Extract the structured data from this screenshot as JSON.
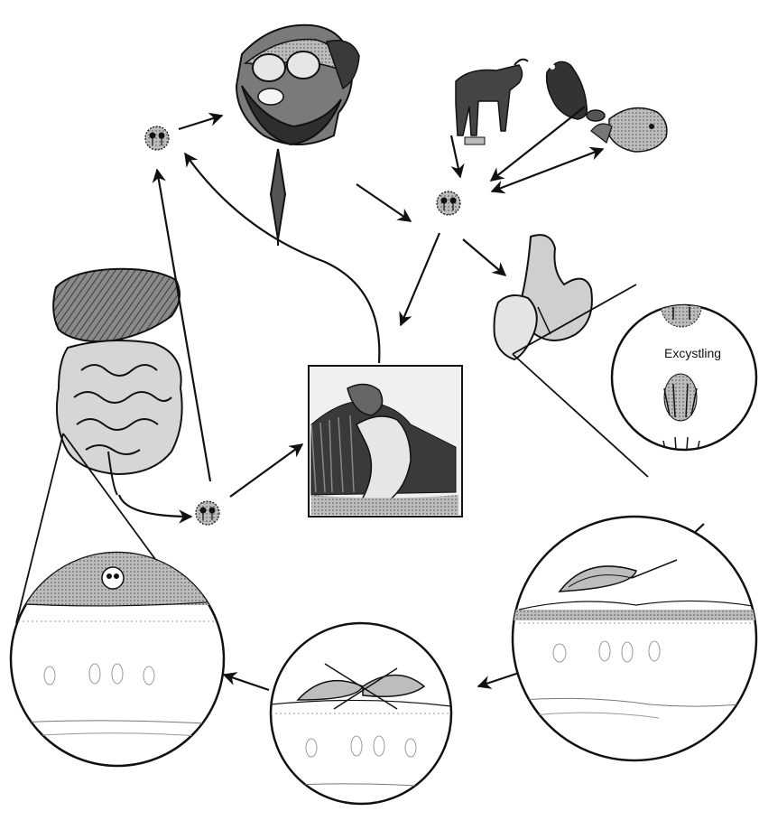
{
  "labels": {
    "excystation": "Excystling"
  },
  "colors": {
    "ink": "#111111",
    "organ_fill": "#6f6f6f",
    "mid_gray": "#9a9a9a",
    "light_gray": "#d4d4d4"
  },
  "icons": {
    "human_host": "bearded-man-head",
    "animal_hosts": [
      "cow",
      "beaver",
      "raccoon"
    ],
    "cyst": "cyst-icon",
    "trophozoite": "trophozoite-icon"
  }
}
